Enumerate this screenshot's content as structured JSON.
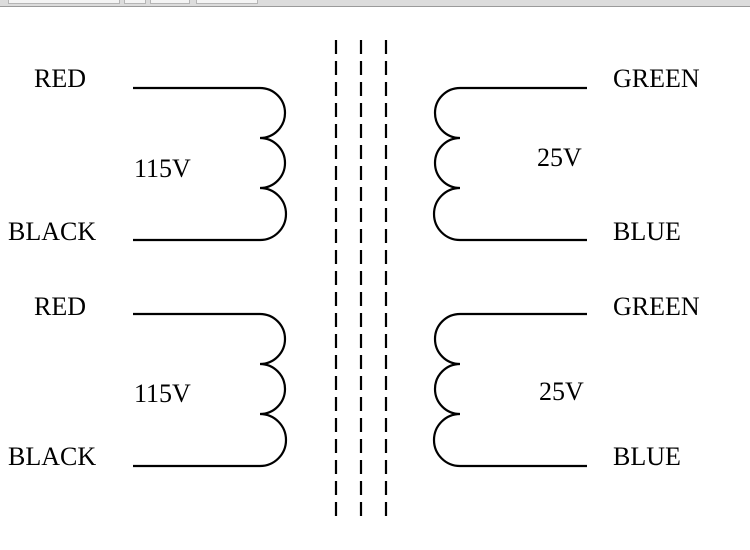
{
  "diagram": {
    "upper_transformer": {
      "primary": {
        "top_lead": "RED",
        "bottom_lead": "BLACK",
        "voltage": "115V"
      },
      "secondary": {
        "top_lead": "GREEN",
        "bottom_lead": "BLUE",
        "voltage": "25V"
      }
    },
    "lower_transformer": {
      "primary": {
        "top_lead": "RED",
        "bottom_lead": "BLACK",
        "voltage": "115V"
      },
      "secondary": {
        "top_lead": "GREEN",
        "bottom_lead": "BLUE",
        "voltage": "25V"
      }
    },
    "colors": {
      "ink": "#000000",
      "background": "#ffffff"
    }
  }
}
